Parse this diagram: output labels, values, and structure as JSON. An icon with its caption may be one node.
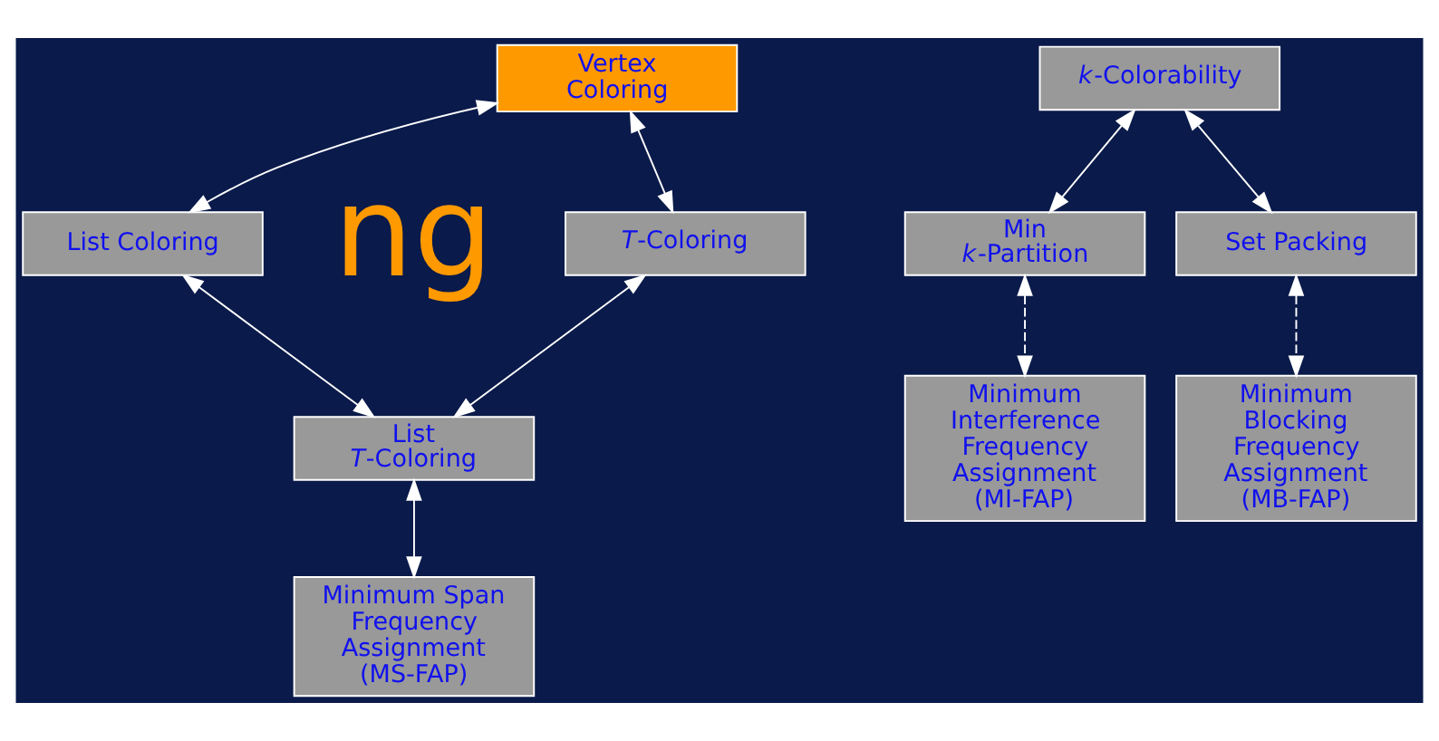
{
  "diagram": {
    "nodes": [
      {
        "text": [
          "Vertex Coloring"
        ]
      },
      {
        "text": [
          "*T*-Coloring"
        ]
      },
      {
        "text": [
          "List Coloring"
        ]
      },
      {
        "text": [
          "List *T*-Coloring"
        ]
      },
      {
        "text": [
          "Minimum Span Frequency Assignment (MS-FAP)"
        ]
      },
      {
        "text": [
          "*k*-Colorability"
        ]
      },
      {
        "text": [
          "Min *k*-Partition"
        ]
      },
      {
        "text": [
          "Set Packing"
        ]
      },
      {
        "text": [
          "Minimum Interference Frequency Assignment (MI-FAP)"
        ]
      },
      {
        "text": [
          "Minimum Blocking Frequency Assignment (MB-FAP)"
        ]
      }
    ],
    "edges": [
      {
        "from": 0,
        "to": 1,
        "arrow": "both"
      },
      {
        "from": 0,
        "to": 2,
        "arrow": "both"
      },
      {
        "from": 1,
        "to": 3,
        "arrow": "both"
      },
      {
        "from": 2,
        "to": 3,
        "arrow": "both"
      },
      {
        "from": 3,
        "to": 4,
        "arrow": "both"
      },
      {
        "from": 5,
        "to": 6,
        "arrow": "both"
      },
      {
        "from": 5,
        "to": 7,
        "arrow": "both"
      },
      {
        "from": 6,
        "to": 8,
        "arrow": "both",
        "style": "dashed"
      },
      {
        "from": 7,
        "to": 9,
        "arrow": "both",
        "style": "dashed"
      }
    ],
    "labels": [
      "ng"
    ]
  }
}
